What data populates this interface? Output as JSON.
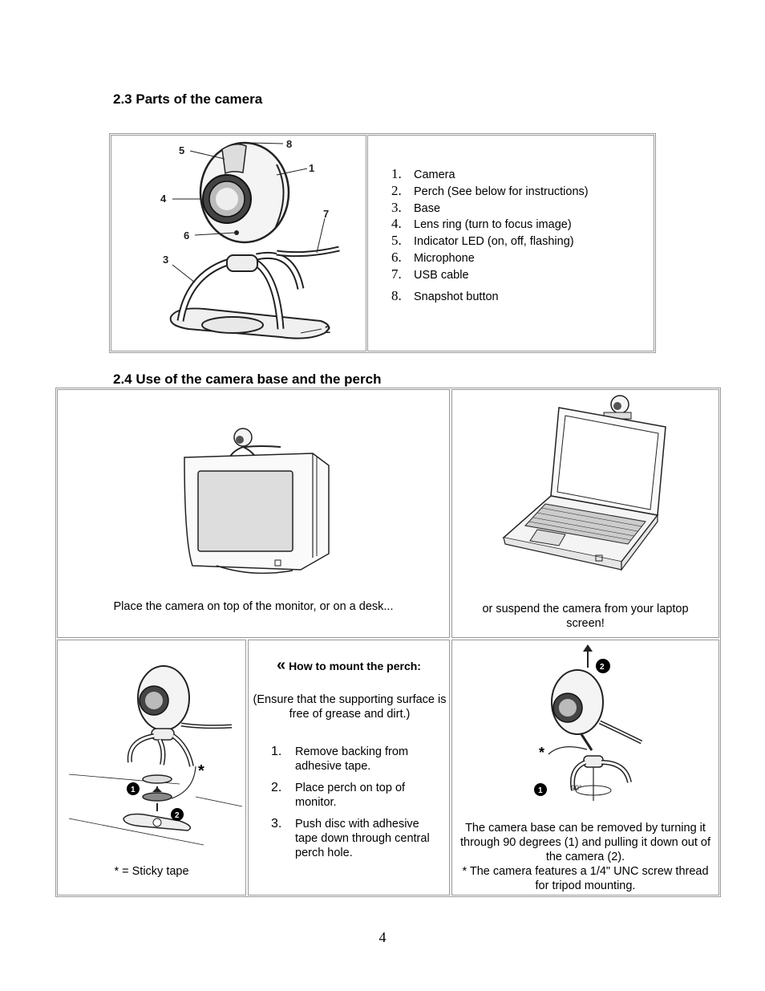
{
  "section1": {
    "heading": "2.3 Parts of the camera",
    "callouts": [
      "1",
      "2",
      "3",
      "4",
      "5",
      "6",
      "7",
      "8"
    ],
    "parts": [
      {
        "num": "1.",
        "label": "Camera"
      },
      {
        "num": "2.",
        "label": "Perch (See below for instructions)"
      },
      {
        "num": "3.",
        "label": "Base"
      },
      {
        "num": "4.",
        "label": "Lens ring (turn to focus image)"
      },
      {
        "num": "5.",
        "label": "Indicator LED (on, off, flashing)"
      },
      {
        "num": "6.",
        "label": "Microphone"
      },
      {
        "num": "7.",
        "label": "USB cable"
      },
      {
        "num": "8.",
        "label": "Snapshot button"
      }
    ]
  },
  "section2": {
    "heading": "2.4 Use of the camera base and the perch",
    "monitor_caption": "Place the camera on top of the monitor, or on a desk...",
    "laptop_caption": "or suspend the camera from your laptop screen!",
    "sticky_caption": "* = Sticky tape",
    "mount_title": "How to mount the perch:",
    "mount_title_glyph": "«",
    "mount_note": "(Ensure that the supporting surface is free of grease and dirt.)",
    "steps": [
      {
        "num": "1.",
        "text": "Remove backing from adhesive tape."
      },
      {
        "num": "2.",
        "text": "Place perch on top of monitor."
      },
      {
        "num": "3.",
        "text": "Push disc with adhesive tape down through central perch hole."
      }
    ],
    "remove_caption_1": "The camera base can be removed by turning it through 90 degrees (1) and pulling it down out of the camera (2).",
    "remove_caption_2": "* The camera features a 1/4\" UNC screw thread for tripod mounting.",
    "angle_label": "90°",
    "star": "*"
  },
  "page_number": "4"
}
